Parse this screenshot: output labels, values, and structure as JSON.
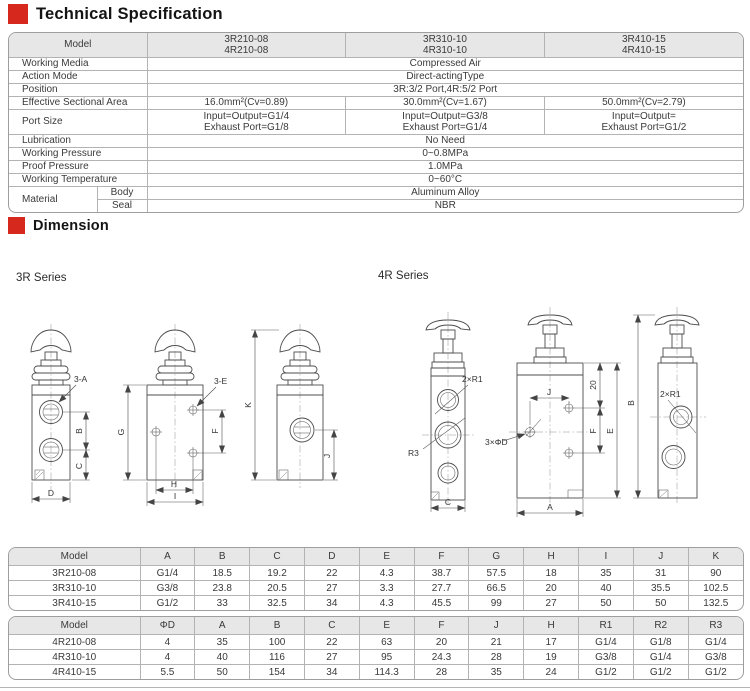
{
  "page": {
    "tech_spec_title": "Technical Specification",
    "dimension_title": "Dimension",
    "series_3r_label": "3R Series",
    "series_4r_label": "4R Series"
  },
  "spec_table": {
    "header": {
      "model_label": "Model",
      "models": [
        {
          "l1": "3R210-08",
          "l2": "4R210-08"
        },
        {
          "l1": "3R310-10",
          "l2": "4R310-10"
        },
        {
          "l1": "3R410-15",
          "l2": "4R410-15"
        }
      ]
    },
    "working_media": {
      "label": "Working Media",
      "value": "Compressed Air"
    },
    "action_mode": {
      "label": "Action Mode",
      "value": "Direct-actingType"
    },
    "position": {
      "label": "Position",
      "value": "3R:3/2 Port,4R:5/2 Port"
    },
    "effective_area": {
      "label": "Effective Sectional Area",
      "values": [
        "16.0mm²(Cv=0.89)",
        "30.0mm²(Cv=1.67)",
        "50.0mm²(Cv=2.79)"
      ]
    },
    "port_size": {
      "label": "Port Size",
      "values": [
        {
          "l1": "Input=Output=G1/4",
          "l2": "Exhaust Port=G1/8"
        },
        {
          "l1": "Input=Output=G3/8",
          "l2": "Exhaust Port=G1/4"
        },
        {
          "l1": "Input=Output=",
          "l2": "Exhaust Port=G1/2"
        }
      ]
    },
    "lubrication": {
      "label": "Lubrication",
      "value": "No Need"
    },
    "working_pressure": {
      "label": "Working Pressure",
      "value": "0~0.8MPa"
    },
    "proof_pressure": {
      "label": "Proof Pressure",
      "value": "1.0MPa"
    },
    "working_temperature": {
      "label": "Working Temperature",
      "value": "0~60°C"
    },
    "material": {
      "label": "Material",
      "body_label": "Body",
      "seal_label": "Seal",
      "body_value": "Aluminum Alloy",
      "seal_value": "NBR"
    }
  },
  "dim_table_3r": {
    "headers": [
      "Model",
      "A",
      "B",
      "C",
      "D",
      "E",
      "F",
      "G",
      "H",
      "I",
      "J",
      "K"
    ],
    "rows": [
      [
        "3R210-08",
        "G1/4",
        "18.5",
        "19.2",
        "22",
        "4.3",
        "38.7",
        "57.5",
        "18",
        "35",
        "31",
        "90"
      ],
      [
        "3R310-10",
        "G3/8",
        "23.8",
        "20.5",
        "27",
        "3.3",
        "27.7",
        "66.5",
        "20",
        "40",
        "35.5",
        "102.5"
      ],
      [
        "3R410-15",
        "G1/2",
        "33",
        "32.5",
        "34",
        "4.3",
        "45.5",
        "99",
        "27",
        "50",
        "50",
        "132.5"
      ]
    ]
  },
  "dim_table_4r": {
    "headers": [
      "Model",
      "ΦD",
      "A",
      "B",
      "C",
      "E",
      "F",
      "J",
      "H",
      "R1",
      "R2",
      "R3"
    ],
    "rows": [
      [
        "4R210-08",
        "4",
        "35",
        "100",
        "22",
        "63",
        "20",
        "21",
        "17",
        "G1/4",
        "G1/8",
        "G1/4"
      ],
      [
        "4R310-10",
        "4",
        "40",
        "116",
        "27",
        "95",
        "24.3",
        "28",
        "19",
        "G3/8",
        "G1/4",
        "G3/8"
      ],
      [
        "4R410-15",
        "5.5",
        "50",
        "154",
        "34",
        "114.3",
        "28",
        "35",
        "24",
        "G1/2",
        "G1/2",
        "G1/2"
      ]
    ]
  },
  "drawings": {
    "r3_front": {
      "hole": "3-A",
      "dim_b": "B",
      "dim_c": "C",
      "dim_d": "D"
    },
    "r3_mid": {
      "dim_g": "G",
      "hole": "3-E",
      "dim_f": "F",
      "dim_h": "H",
      "dim_i": "I"
    },
    "r3_side": {
      "dim_k": "K",
      "dim_j": "J"
    },
    "r4_front": {
      "hole_r1": "2×R1",
      "hole_r3": "R3",
      "dim_c": "C"
    },
    "r4_mid": {
      "dim_j": "J",
      "dim_20": "20",
      "dim_f": "F",
      "dim_e": "E",
      "hole_d": "3×ΦD",
      "dim_a": "A"
    },
    "r4_side": {
      "dim_b": "B",
      "hole_r1": "2×R1"
    }
  }
}
